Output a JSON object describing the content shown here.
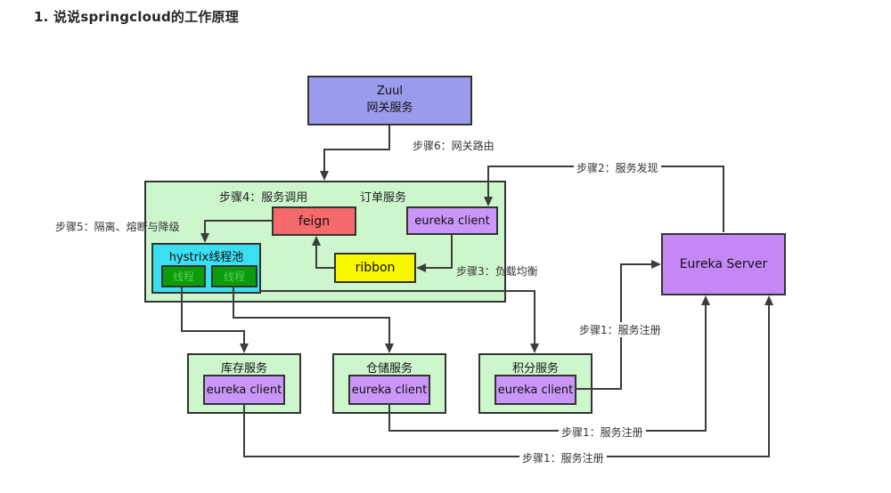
{
  "title": "1. 说说springcloud的工作原理",
  "palette": {
    "gateway_fill": "#9a9bed",
    "service_green_fill": "#cdf6cd",
    "feign_fill": "#f56a6a",
    "eureka_client_fill": "#ca97f8",
    "ribbon_fill": "#f8f600",
    "hystrix_fill": "#3adff2",
    "thread_fill": "#0b9b0b",
    "eureka_server_fill": "#c687f6",
    "line_color": "#3c3c3c",
    "border_color": "#333333"
  },
  "nodes": {
    "zuul": {
      "line1": "Zuul",
      "line2": "网关服务"
    },
    "order_service": {
      "step_label": "步骤4：服务调用",
      "title": "订单服务"
    },
    "feign": {
      "label": "feign"
    },
    "order_eureka_client": {
      "label": "eureka client"
    },
    "ribbon": {
      "label": "ribbon"
    },
    "hystrix": {
      "label": "hystrix线程池",
      "threads": [
        "线程",
        "线程"
      ]
    },
    "eureka_server": {
      "label": "Eureka Server"
    },
    "inventory_service": {
      "title": "库存服务",
      "client": "eureka client"
    },
    "warehouse_service": {
      "title": "仓储服务",
      "client": "eureka client"
    },
    "points_service": {
      "title": "积分服务",
      "client": "eureka client"
    }
  },
  "edge_labels": {
    "step6": "步骤6：网关路由",
    "step2": "步骤2：服务发现",
    "step5": "步骤5：隔离、熔断与降级",
    "step3": "步骤3：负载均衡",
    "step1_right": "步骤1：服务注册",
    "step1_mid": "步骤1：服务注册",
    "step1_bottom": "步骤1：服务注册"
  }
}
